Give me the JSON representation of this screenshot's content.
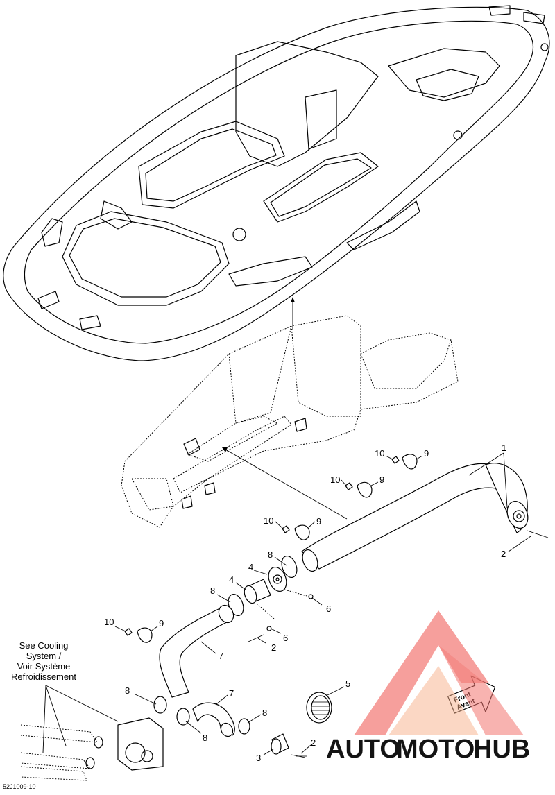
{
  "diagram_code": "52J1009-10",
  "note": {
    "lines": [
      "See Cooling",
      "System /",
      "Voir Système",
      "Refroidissement"
    ]
  },
  "front_badge": {
    "line1": "Front",
    "line2": "Avant"
  },
  "logo": {
    "part1": "AUTO",
    "part2": "MOTO",
    "part3": "HUB",
    "color_primary": "#f2746f",
    "color_secondary": "#f7b08a",
    "color_dark": "#9a9a9a"
  },
  "callouts": [
    {
      "id": "c1",
      "label": "1"
    },
    {
      "id": "c2a",
      "label": "2"
    },
    {
      "id": "c2b",
      "label": "2"
    },
    {
      "id": "c2c",
      "label": "2"
    },
    {
      "id": "c3",
      "label": "3"
    },
    {
      "id": "c4a",
      "label": "4"
    },
    {
      "id": "c4b",
      "label": "4"
    },
    {
      "id": "c5",
      "label": "5"
    },
    {
      "id": "c6a",
      "label": "6"
    },
    {
      "id": "c6b",
      "label": "6"
    },
    {
      "id": "c7a",
      "label": "7"
    },
    {
      "id": "c7b",
      "label": "7"
    },
    {
      "id": "c8a",
      "label": "8"
    },
    {
      "id": "c8b",
      "label": "8"
    },
    {
      "id": "c8c",
      "label": "8"
    },
    {
      "id": "c8d",
      "label": "8"
    },
    {
      "id": "c8e",
      "label": "8"
    },
    {
      "id": "c9a",
      "label": "9"
    },
    {
      "id": "c9b",
      "label": "9"
    },
    {
      "id": "c9c",
      "label": "9"
    },
    {
      "id": "c9d",
      "label": "9"
    },
    {
      "id": "c10a",
      "label": "10"
    },
    {
      "id": "c10b",
      "label": "10"
    },
    {
      "id": "c10c",
      "label": "10"
    },
    {
      "id": "c10d",
      "label": "10"
    }
  ]
}
